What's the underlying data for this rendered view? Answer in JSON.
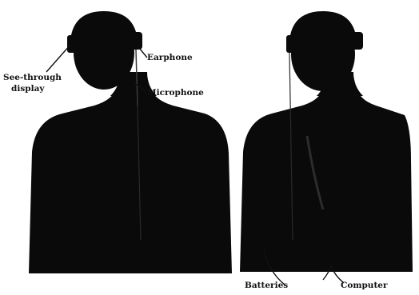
{
  "colors": {
    "silhouette": "#0a0a0a",
    "background": "#ffffff",
    "label_text": "#111111"
  },
  "labels": {
    "earphone": "Earphone",
    "see_through_line1": "See-through",
    "see_through_line2": "display",
    "microphone": "Microphone",
    "batteries": "Batteries",
    "computer": "Computer"
  }
}
